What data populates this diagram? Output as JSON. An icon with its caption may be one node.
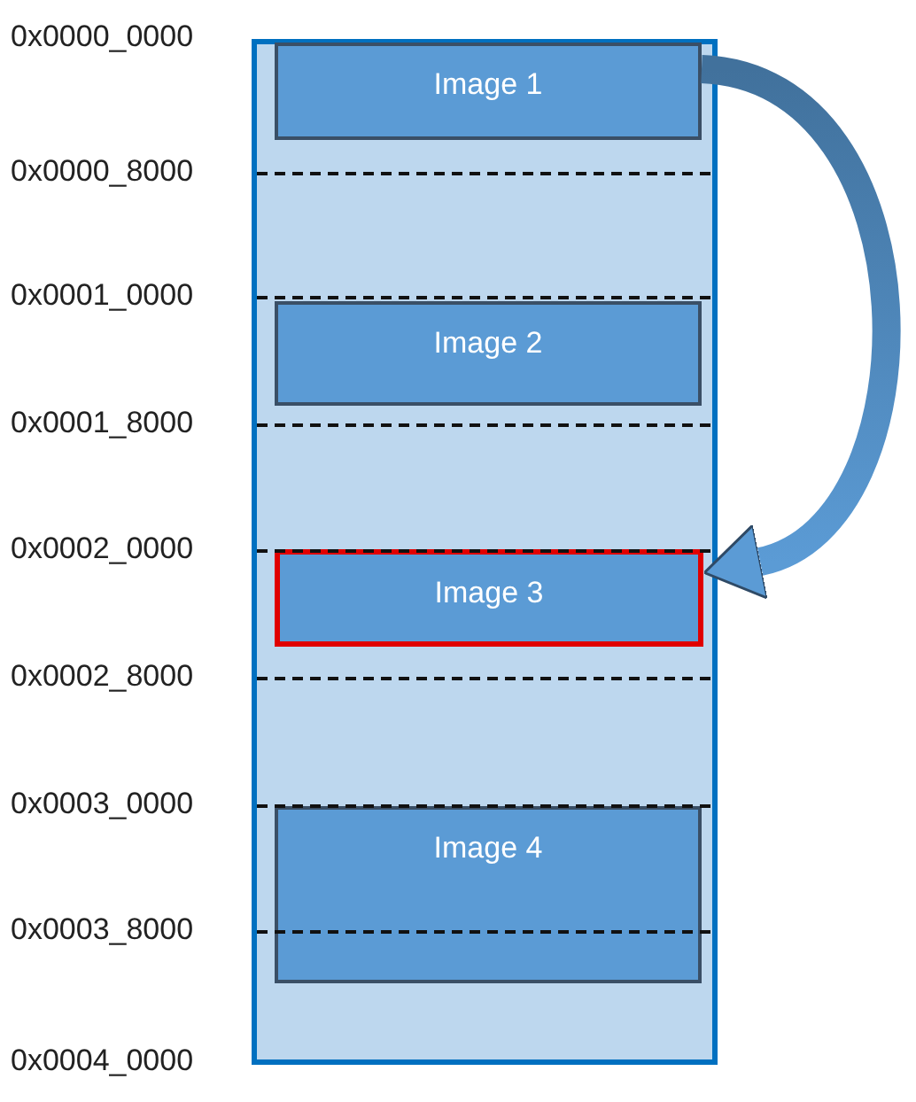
{
  "diagram": {
    "nodes": [
      {
        "text": [],
        "shape": "box"
      },
      {
        "text": [
          "Image 1"
        ],
        "in": 0
      },
      {
        "text": [
          "Image 2"
        ],
        "in": 0
      },
      {
        "text": [
          "Image 3"
        ],
        "in": 0
      },
      {
        "text": [
          "Image 4"
        ],
        "in": 0
      }
    ],
    "edges": [
      {
        "from": 1,
        "to": 3,
        "arrow": "to"
      }
    ],
    "labels": [
      "0x0000_0000",
      "0x0000_8000",
      "0x0001_0000",
      "0x0001_8000",
      "0x0002_0000",
      "0x0002_8000",
      "0x0003_0000",
      "0x0003_8000",
      "0x0004_0000"
    ]
  }
}
